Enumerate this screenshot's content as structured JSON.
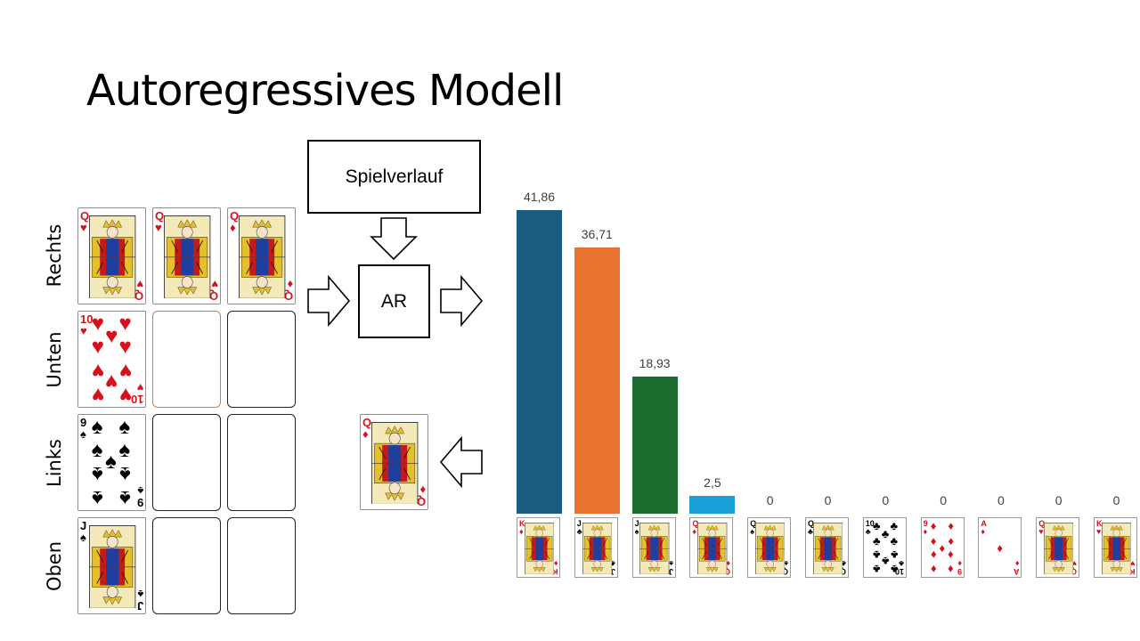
{
  "title": "Autoregressives Modell",
  "row_labels": [
    "Rechts",
    "Unten",
    "Links",
    "Oben"
  ],
  "input_box": "Spielverlauf",
  "model_box": "AR",
  "grid": [
    [
      {
        "rank": "Q",
        "suit": "♥",
        "type": "face"
      },
      {
        "rank": "Q",
        "suit": "♥",
        "type": "face"
      },
      {
        "rank": "Q",
        "suit": "♦",
        "type": "face"
      }
    ],
    [
      {
        "rank": "10",
        "suit": "♥",
        "type": "pip"
      },
      {
        "type": "slot-active"
      },
      {
        "type": "slot"
      }
    ],
    [
      {
        "rank": "9",
        "suit": "♠",
        "type": "pip"
      },
      {
        "type": "slot"
      },
      {
        "type": "slot"
      }
    ],
    [
      {
        "rank": "J",
        "suit": "♠",
        "type": "face"
      },
      {
        "type": "slot"
      },
      {
        "type": "slot"
      }
    ]
  ],
  "output_card": {
    "rank": "Q",
    "suit": "♦"
  },
  "chart_data": {
    "type": "bar",
    "categories": [
      "K♦",
      "J♣",
      "J♠",
      "Q♦",
      "Q♠",
      "Q♣",
      "10♣",
      "9♦",
      "A♦",
      "Q♥",
      "K♥"
    ],
    "values": [
      41.86,
      36.71,
      18.93,
      2.5,
      0,
      0,
      0,
      0,
      0,
      0,
      0
    ],
    "value_labels": [
      "41,86",
      "36,71",
      "18,93",
      "2,5",
      "0",
      "0",
      "0",
      "0",
      "0",
      "0",
      "0"
    ],
    "colors": [
      "#1a5c80",
      "#e87331",
      "#1b6b2e",
      "#1a9fd8",
      "#1a5c80",
      "#1a5c80",
      "#1a5c80",
      "#1a5c80",
      "#1a5c80",
      "#1a5c80",
      "#1a5c80"
    ],
    "ylim": [
      0,
      41.86
    ]
  }
}
